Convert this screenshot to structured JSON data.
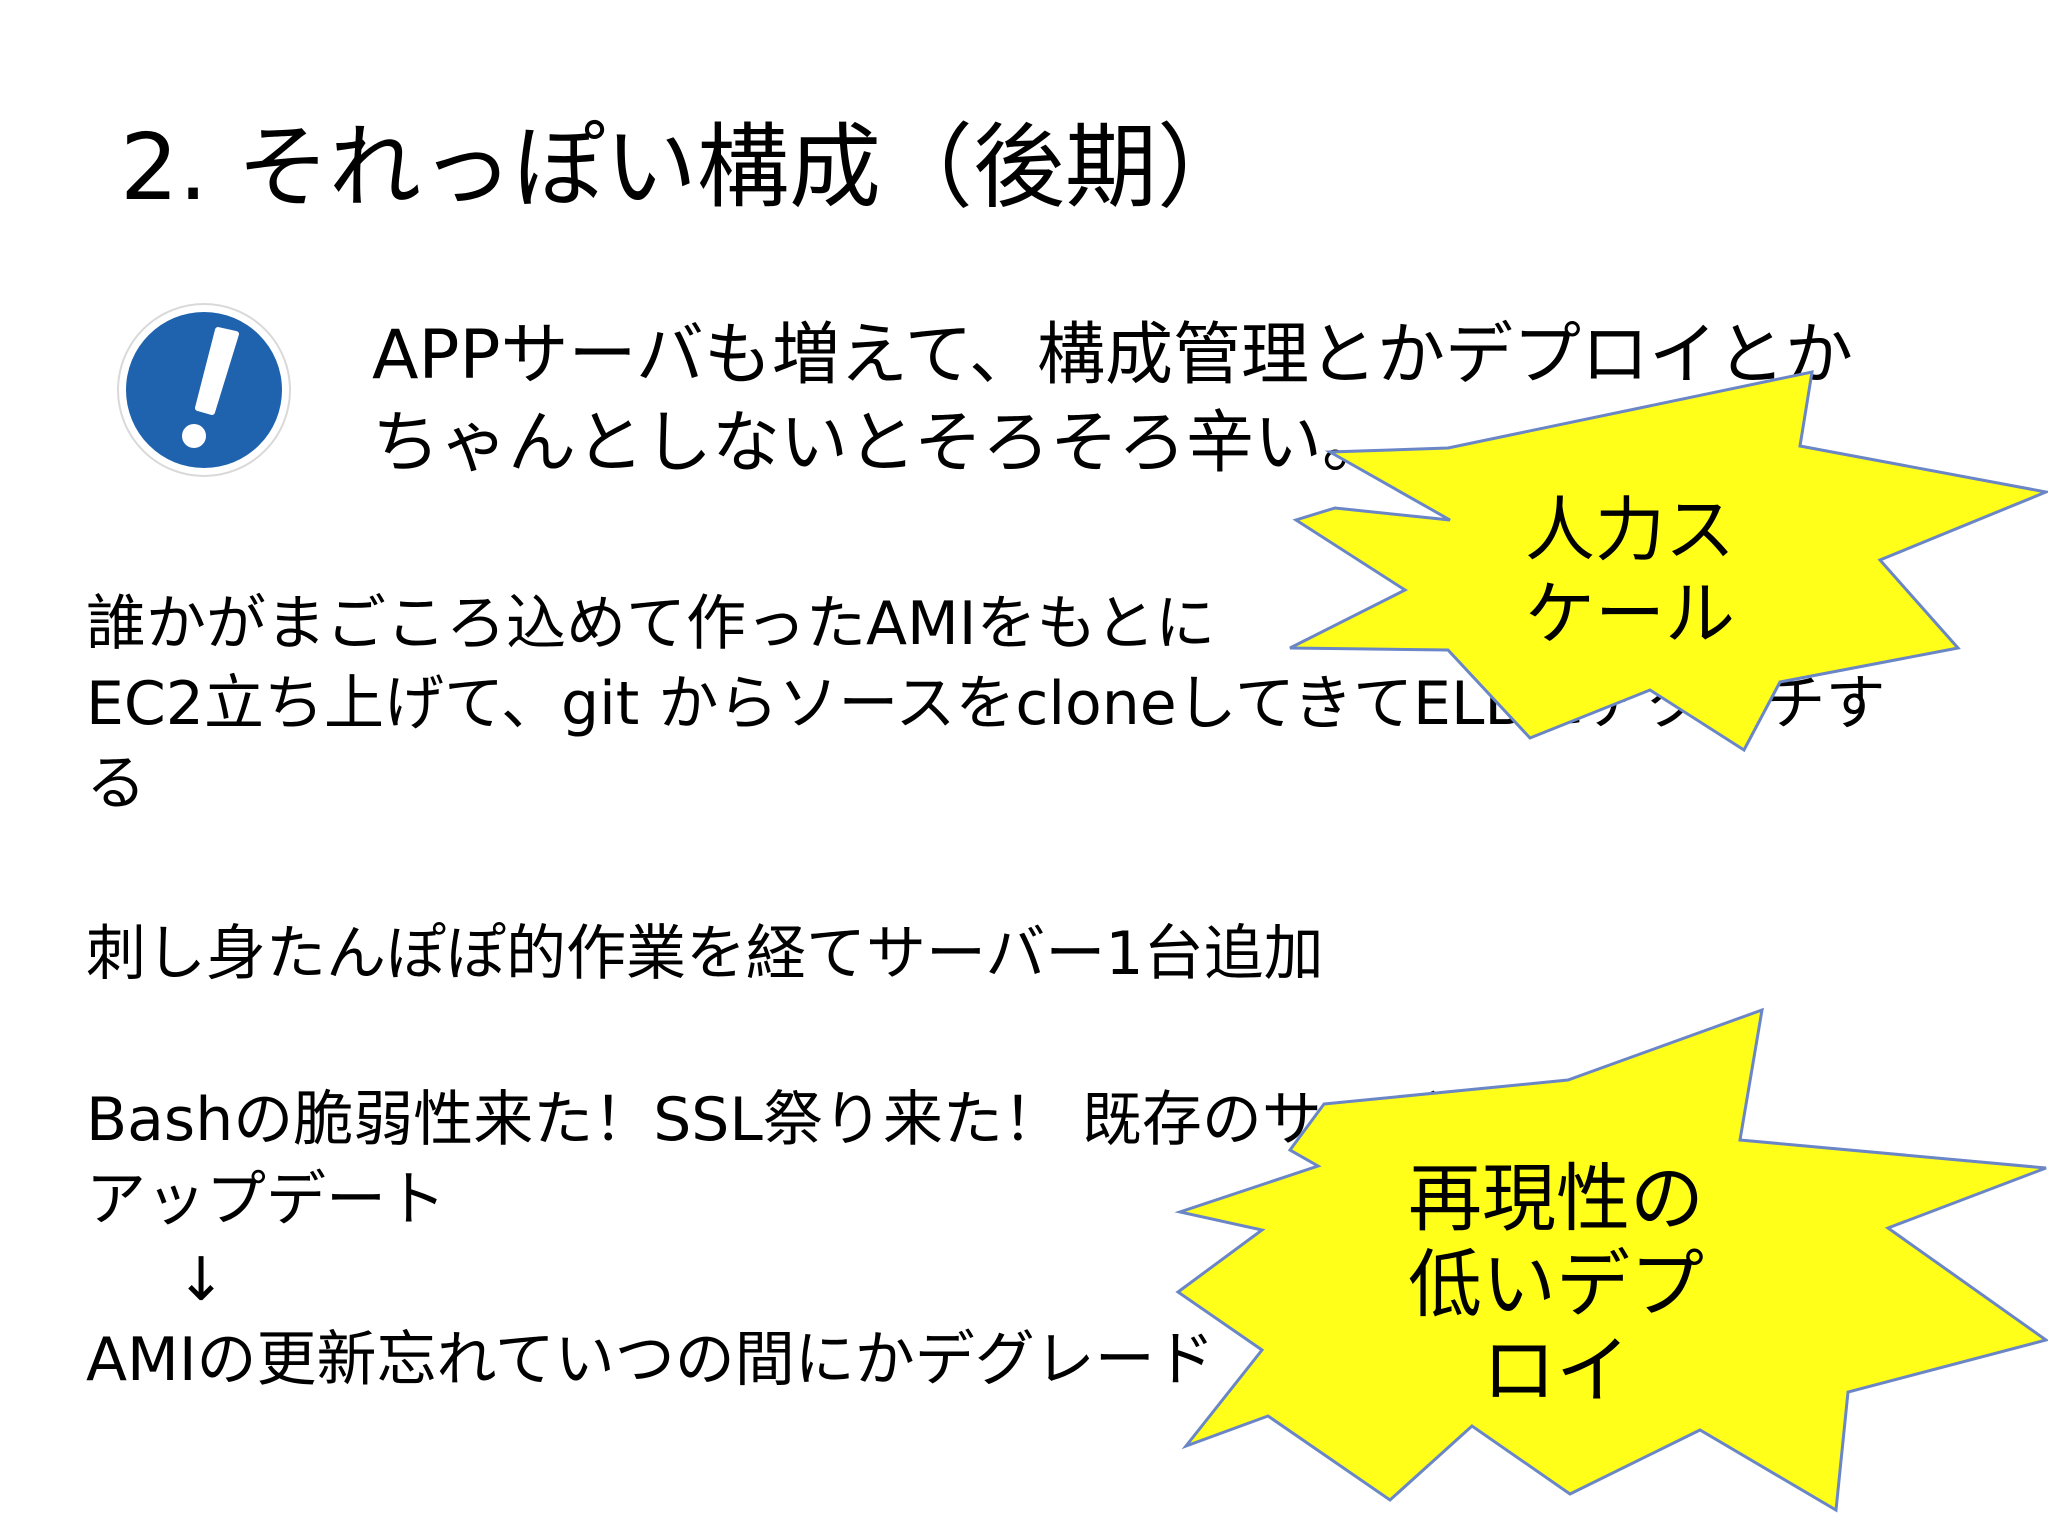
{
  "slide": {
    "title": "2. それっぽい構成（後期）",
    "lead": {
      "line1": "APPサーバも増えて、構成管理とかデプロイとか",
      "line2": "ちゃんとしないとそろそろ辛い。"
    },
    "p1": {
      "line1": "誰かがまごころ込めて作ったAMIをもとに",
      "line2": "EC2立ち上げて、git からソースをcloneしてきてELBにアタッチす",
      "line3": "る"
    },
    "p2": {
      "line1": "刺し身たんぽぽ的作業を経てサーバー1台追加"
    },
    "p3": {
      "line1": "Bashの脆弱性来た！SSL祭り来た！ 既存のサーバーを順次",
      "line2": "アップデート",
      "arrow": "↓",
      "line3": "AMIの更新忘れていつの間にかデグレード"
    },
    "burst1": {
      "line1": "人力ス",
      "line2": "ケール"
    },
    "burst2": {
      "line1": "再現性の",
      "line2": "低いデプ",
      "line3": "ロイ"
    }
  },
  "colors": {
    "icon_blue": "#1f63ae",
    "burst_fill": "#ffff1a",
    "burst_stroke": "#6a86c6"
  }
}
